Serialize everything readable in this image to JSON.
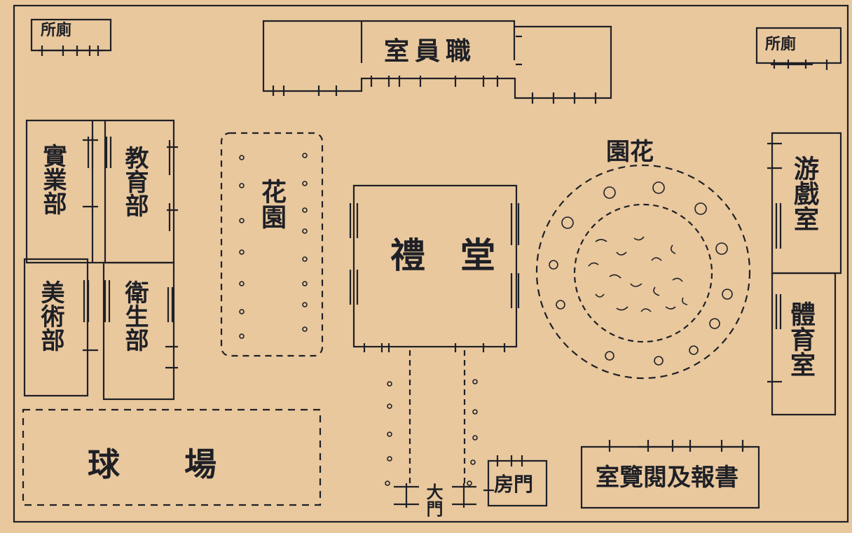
{
  "labels": {
    "toilet_left": "所廁",
    "staff_room": "室員職",
    "toilet_right": "所廁",
    "industry_dept": "實業部",
    "education_dept": "教育部",
    "art_dept": "美術部",
    "hygiene_dept": "衛生部",
    "garden_strip": "花園",
    "auditorium": "禮　堂",
    "flower_garden": "園花",
    "game_room": "游戲室",
    "sports_room": "體育室",
    "ball_field": "球　　場",
    "main_gate": "大門",
    "gate_house": "房門",
    "reading_room": "室覽閱及報書"
  },
  "colors": {
    "paper": "#e9c89e",
    "ink": "#1f2026"
  }
}
